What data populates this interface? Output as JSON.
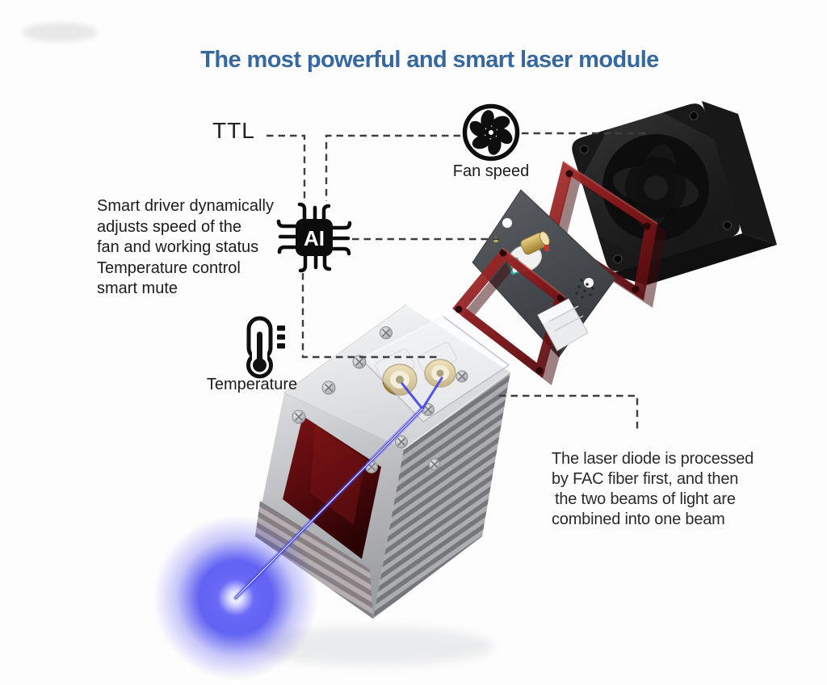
{
  "title": {
    "text": "The most powerful and smart laser module",
    "color": "#35689e"
  },
  "callouts": {
    "ttl_label": "TTL",
    "fan_speed_label": "Fan speed",
    "temperature_label": "Temperature",
    "ai_chip_label": "AI",
    "left_note_lines": [
      "Smart driver dynamically",
      "adjusts speed of the",
      "fan and working status",
      "Temperature control",
      "smart mute"
    ],
    "right_note_lines": [
      "The laser diode is processed",
      "by FAC fiber first, and then",
      "the two beams of light are",
      "combined into one beam"
    ]
  },
  "icons": {
    "fan": "fan-icon",
    "temperature": "thermometer-icon",
    "ai": "ai-chip-icon"
  },
  "colors": {
    "title_blue": "#35689e",
    "label_black": "#1c1c1c",
    "dashed_line_gray": "#3f3f3f",
    "laser_beam_blue": "#4040f0",
    "laser_glow_blue": "#3c3cf0",
    "acrylic_frame_red": "#8e1b1e",
    "fan_body_black": "#1f1f1f",
    "heatsink_silver": "#d5d7da",
    "window_dark_red": "#5c0b0e",
    "diode_gold": "#c9a855",
    "pcb_gray": "#4a4e53"
  }
}
